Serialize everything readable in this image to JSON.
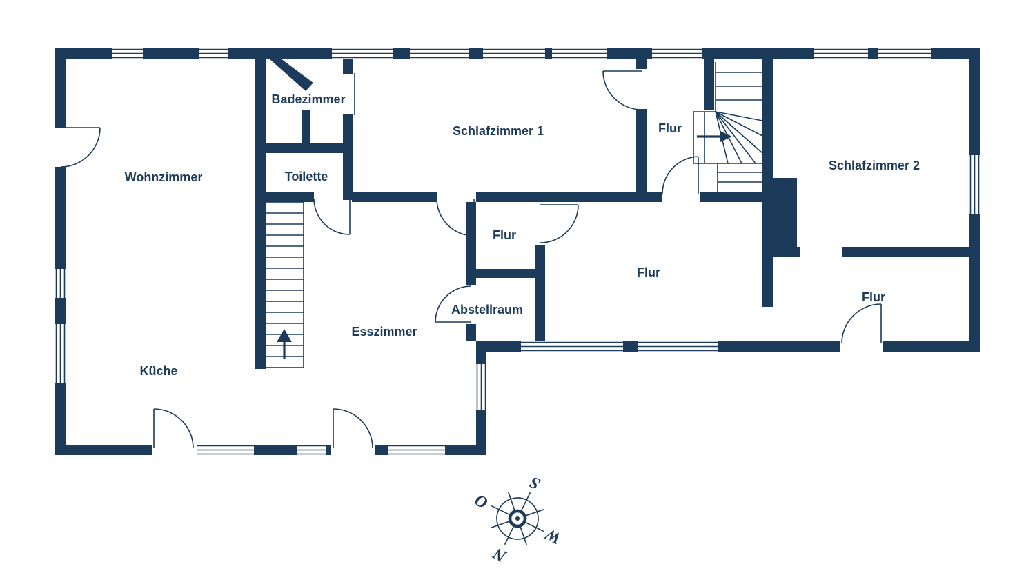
{
  "colors": {
    "wall": "#1c3a5a",
    "background": "#ffffff"
  },
  "rooms": [
    {
      "id": "wohnzimmer",
      "label": "Wohnzimmer"
    },
    {
      "id": "kueche",
      "label": "Küche"
    },
    {
      "id": "badezimmer",
      "label": "Badezimmer"
    },
    {
      "id": "toilette",
      "label": "Toilette"
    },
    {
      "id": "schlafzimmer-1",
      "label": "Schlafzimmer 1"
    },
    {
      "id": "schlafzimmer-2",
      "label": "Schlafzimmer 2"
    },
    {
      "id": "esszimmer",
      "label": "Esszimmer"
    },
    {
      "id": "abstellraum",
      "label": "Abstellraum"
    },
    {
      "id": "flur-oben",
      "label": "Flur"
    },
    {
      "id": "flur-mitte",
      "label": "Flur"
    },
    {
      "id": "flur-zentral",
      "label": "Flur"
    },
    {
      "id": "flur-rechts",
      "label": "Flur"
    }
  ],
  "compass": {
    "north": "N",
    "east": "O",
    "south": "S",
    "west": "W"
  },
  "stairs": [
    {
      "name": "stairs-main",
      "arrow": "up"
    },
    {
      "name": "stairs-upper",
      "arrow": "right"
    }
  ]
}
